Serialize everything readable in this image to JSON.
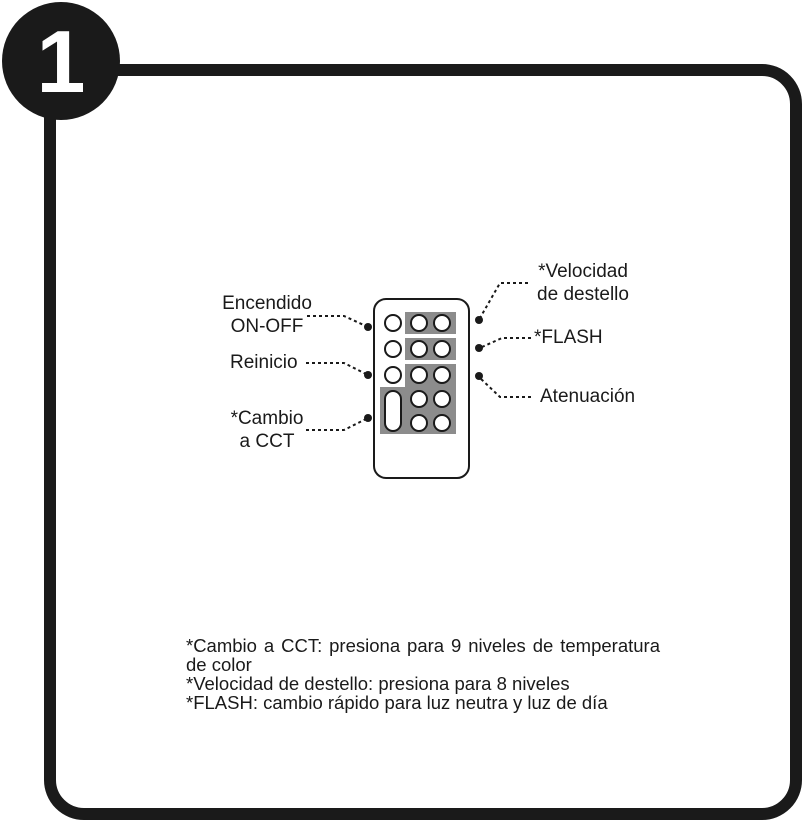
{
  "step_number": "1",
  "colors": {
    "frame": "#1a1a1a",
    "button_panel": "#8c8c8c",
    "background": "#ffffff"
  },
  "labels": {
    "power": [
      "Encendido",
      "ON-OFF"
    ],
    "reset": "Reinicio",
    "cct": [
      "*Cambio",
      "a CCT"
    ],
    "flash_speed": [
      "*Velocidad",
      "de destello"
    ],
    "flash": "*FLASH",
    "dimming": "Atenuación"
  },
  "notes": [
    "*Cambio a CCT: presiona para 9 niveles de temperatura de color",
    "*Velocidad de destello: presiona para 8 niveles",
    "*FLASH: cambio rápido para luz neutra y luz de día"
  ]
}
